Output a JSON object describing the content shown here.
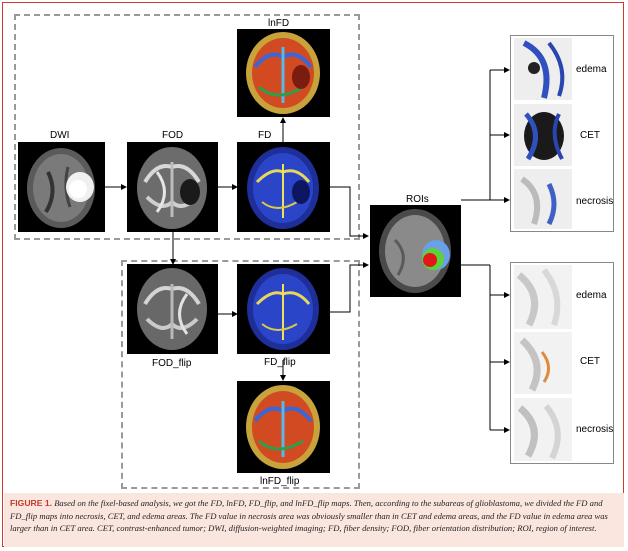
{
  "figure": {
    "labels": {
      "dwi": "DWI",
      "fod": "FOD",
      "fd": "FD",
      "infd": "lnFD",
      "rois": "ROIs",
      "fod_flip": "FOD_flip",
      "fd_flip": "FD_flip",
      "infd_flip": "lnFD_flip"
    },
    "regions_top": [
      "edema",
      "CET",
      "necrosis"
    ],
    "regions_bottom": [
      "edema",
      "CET",
      "necrosis"
    ]
  },
  "caption": {
    "heading": "FIGURE 1.",
    "text": "Based on the fixel-based analysis, we got the FD, lnFD, FD_flip, and lnFD_flip maps. Then, according to the subareas of glioblastoma, we divided the FD and FD_flip maps into necrosis, CET, and edema areas. The FD value in necrosis area was obviously smaller than in CET and edema areas, and the FD value in edema area was larger than in CET area. CET, contrast-enhanced tumor; DWI, diffusion-weighted imaging; FD, fiber density; FOD, fiber orientation distribution; ROI, region of interest."
  },
  "colors": {
    "border": "#d23a2a",
    "caption_bg": "#fbe6df",
    "caption_head": "#c0392b",
    "dash": "#9a9a9a"
  }
}
